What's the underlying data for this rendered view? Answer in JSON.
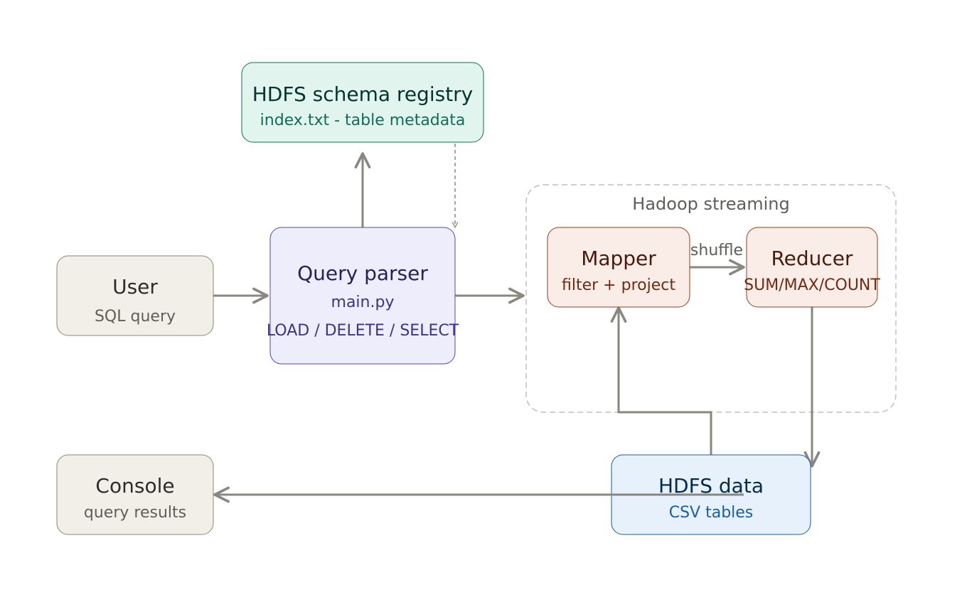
{
  "nodes": {
    "registry": {
      "title": "HDFS schema registry",
      "subtitle": "index.txt - table metadata"
    },
    "user": {
      "title": "User",
      "subtitle": "SQL query"
    },
    "parser": {
      "title": "Query parser",
      "subtitle": "main.py",
      "detail": "LOAD / DELETE / SELECT"
    },
    "mapper": {
      "title": "Mapper",
      "subtitle": "filter + project"
    },
    "reducer": {
      "title": "Reducer",
      "subtitle": "SUM/MAX/COUNT"
    },
    "console": {
      "title": "Console",
      "subtitle": "query results"
    },
    "hdfs_data": {
      "title": "HDFS data",
      "subtitle": "CSV tables"
    }
  },
  "groups": {
    "hadoop": {
      "label": "Hadoop streaming"
    }
  },
  "edges": {
    "shuffle_label": "shuffle"
  },
  "colors": {
    "neutral_fill": "#f1efe8",
    "neutral_stroke": "#8a8778",
    "teal_fill": "#e1f5ee",
    "teal_stroke": "#0f6e56",
    "purple_fill": "#eeedfb",
    "purple_stroke": "#534ab7",
    "coral_fill": "#faece7",
    "coral_stroke": "#993c1d",
    "blue_fill": "#e6f1fb",
    "blue_stroke": "#185fa5",
    "arrow": "#888780"
  }
}
